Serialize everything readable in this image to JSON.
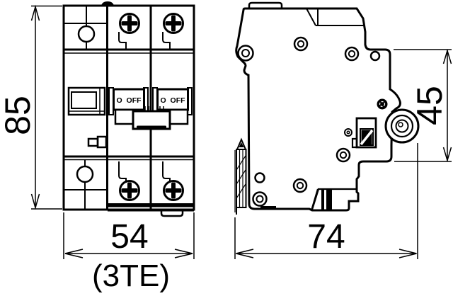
{
  "drawing": {
    "background_color": "#ffffff",
    "line_color": "#000000",
    "front_view": {
      "height_label": "85",
      "width_label": "54",
      "width_note": "(3TE)",
      "switches": [
        {
          "label": "O OFF"
        },
        {
          "label": "O OFF"
        }
      ]
    },
    "side_view": {
      "height_label": "45",
      "depth_label": "74"
    }
  }
}
